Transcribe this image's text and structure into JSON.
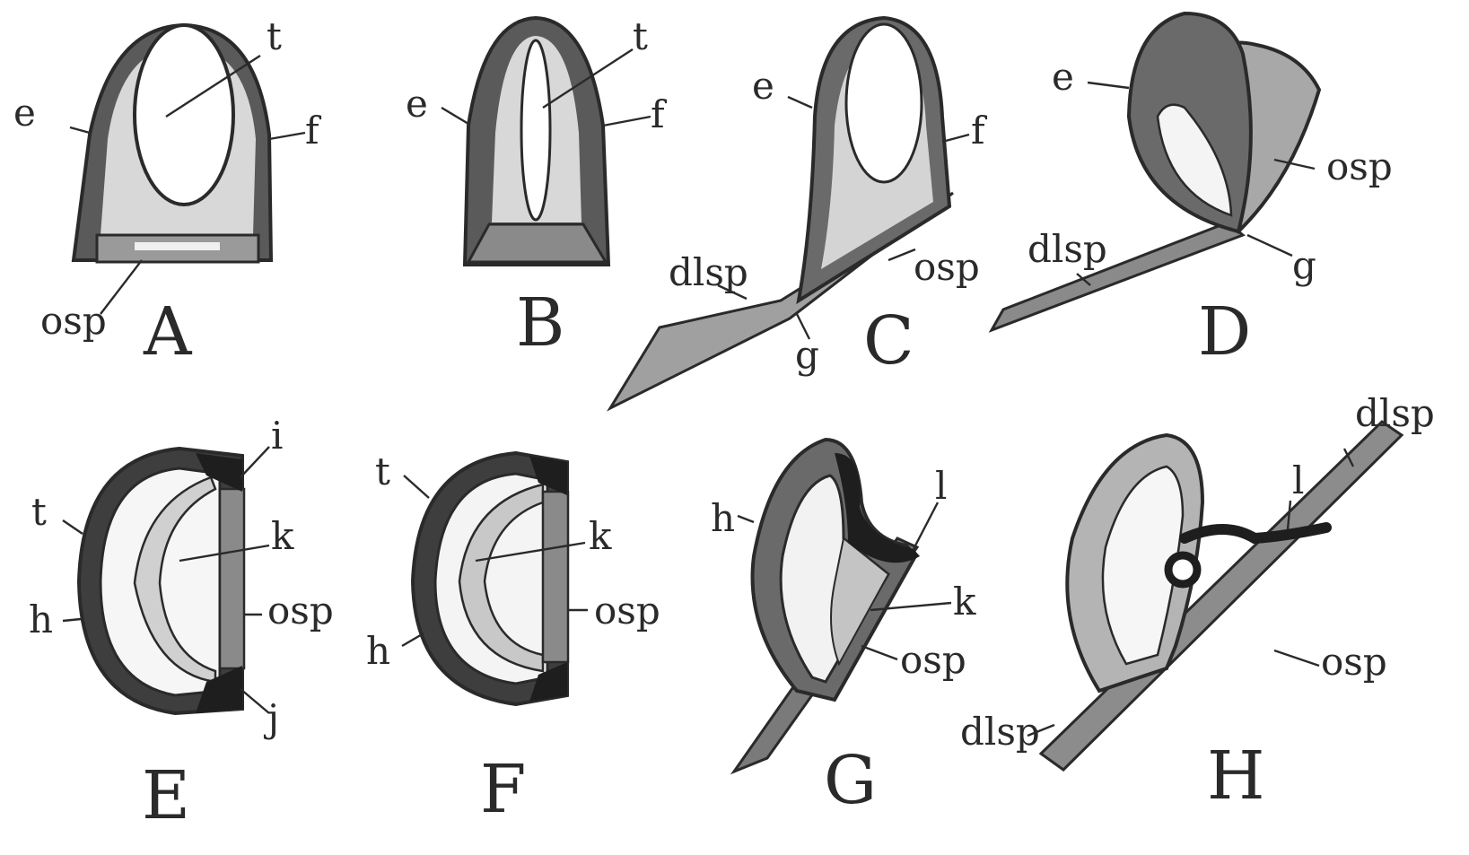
{
  "figure": {
    "panels": [
      {
        "letter": "A",
        "labels": {
          "e": "e",
          "t": "t",
          "f": "f",
          "osp": "osp"
        }
      },
      {
        "letter": "B",
        "labels": {
          "e": "e",
          "t": "t",
          "f": "f"
        }
      },
      {
        "letter": "C",
        "labels": {
          "e": "e",
          "f": "f",
          "dlsp": "dlsp",
          "osp": "osp",
          "g": "g"
        }
      },
      {
        "letter": "D",
        "labels": {
          "e": "e",
          "osp": "osp",
          "dlsp": "dlsp",
          "g": "g"
        }
      },
      {
        "letter": "E",
        "labels": {
          "t": "t",
          "h": "h",
          "i": "i",
          "k": "k",
          "osp": "osp",
          "j": "j"
        }
      },
      {
        "letter": "F",
        "labels": {
          "t": "t",
          "k": "k",
          "osp": "osp",
          "h": "h"
        }
      },
      {
        "letter": "G",
        "labels": {
          "h": "h",
          "l": "l",
          "k": "k",
          "osp": "osp"
        }
      },
      {
        "letter": "H",
        "labels": {
          "dlsp_top": "dlsp",
          "l": "l",
          "osp": "osp",
          "dlsp_bottom": "dlsp"
        }
      }
    ]
  },
  "colors": {
    "ink": "#2a2a2a",
    "dark": "#4a4a4a",
    "mid": "#8a8a8a",
    "light": "#cfcfcf",
    "pale": "#e9e9e9",
    "paper": "#ffffff"
  }
}
